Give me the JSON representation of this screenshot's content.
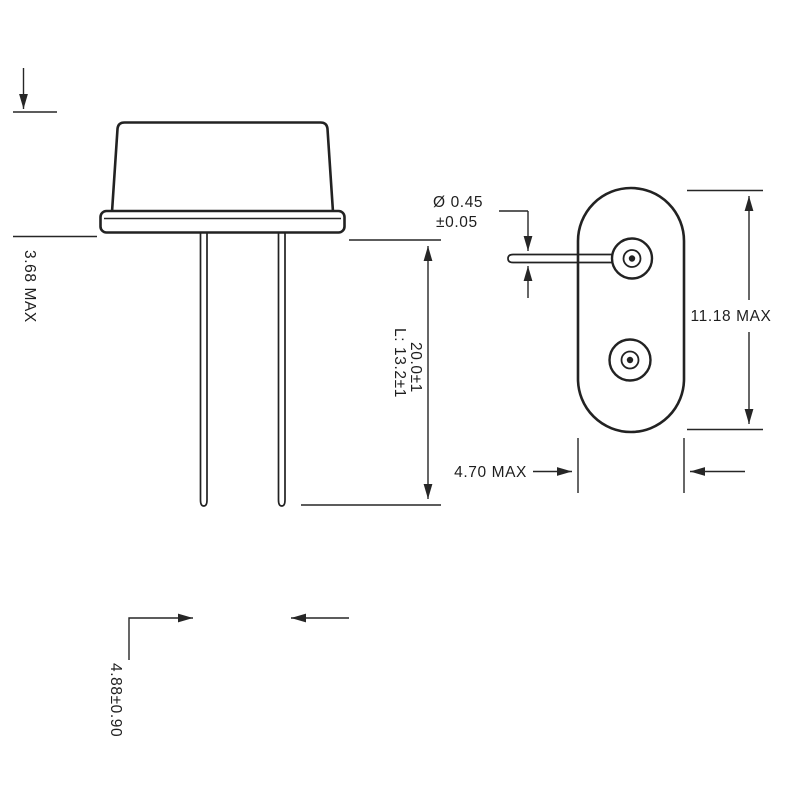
{
  "drawing": {
    "type": "technical-dimension-drawing",
    "subject": "crystal-oscillator-package"
  },
  "side_view": {
    "labels": {
      "base_height": "3.68 MAX",
      "lead_length_line1": "L: 13.2±1",
      "lead_length_line2": "20.0±1",
      "lead_spacing": "4.88±0.90"
    }
  },
  "top_view": {
    "labels": {
      "lead_diameter_line1": "Ø 0.45",
      "lead_diameter_line2": "±0.05",
      "body_length": "11.18 MAX",
      "body_width": "4.70 MAX"
    }
  },
  "colors": {
    "ink": "#222222",
    "background": "#ffffff"
  }
}
